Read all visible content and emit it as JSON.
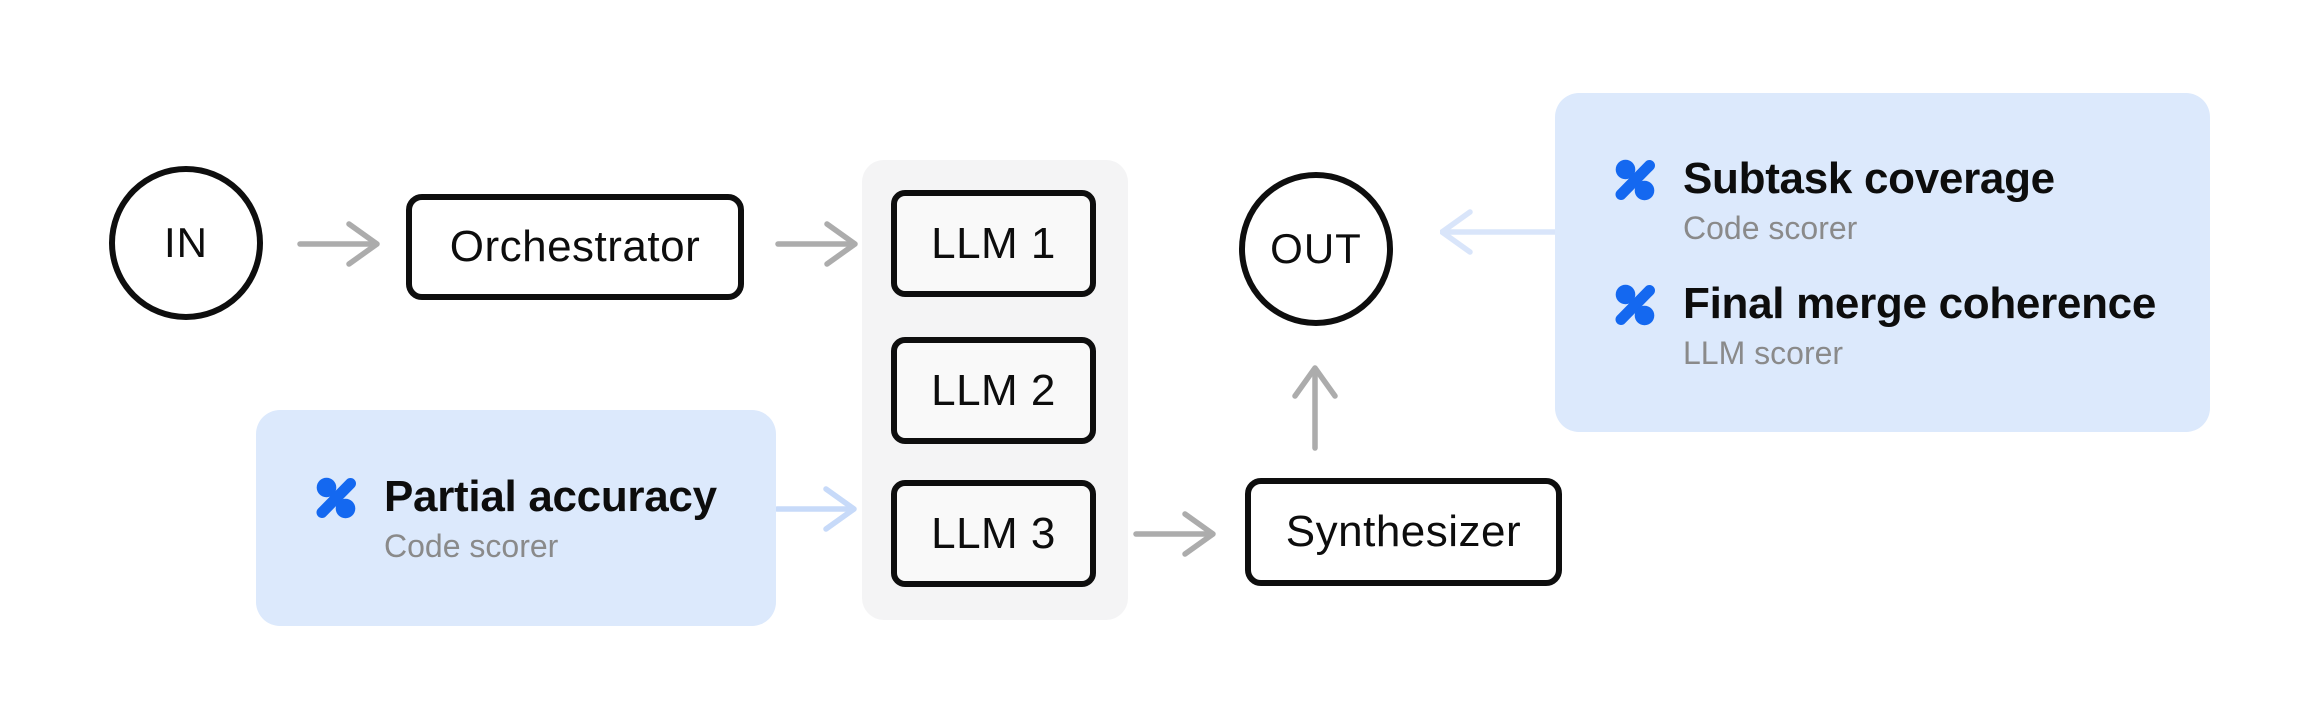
{
  "diagram": {
    "kind": "flowchart",
    "nodes": {
      "in": "IN",
      "orchestrator": "Orchestrator",
      "llm_1": "LLM 1",
      "llm_2": "LLM 2",
      "llm_3": "LLM 3",
      "synthesizer": "Synthesizer",
      "out": "OUT"
    },
    "edges": [
      {
        "from": "IN",
        "to": "Orchestrator",
        "style": "gray"
      },
      {
        "from": "Orchestrator",
        "to": "LLM stack",
        "style": "gray"
      },
      {
        "from": "LLM 3",
        "to": "Synthesizer",
        "style": "gray"
      },
      {
        "from": "Synthesizer",
        "to": "OUT",
        "style": "gray"
      },
      {
        "from": "Partial accuracy card",
        "to": "LLM 3",
        "style": "light-blue"
      },
      {
        "from": "Output scorers card",
        "to": "OUT",
        "style": "light-blue"
      }
    ],
    "scorer_cards": [
      {
        "id": "partial-accuracy",
        "rows": [
          {
            "icon": "percent-icon",
            "title": "Partial accuracy",
            "subtitle": "Code scorer"
          }
        ]
      },
      {
        "id": "output-scorers",
        "rows": [
          {
            "icon": "percent-icon",
            "title": "Subtask coverage",
            "subtitle": "Code scorer"
          },
          {
            "icon": "percent-icon",
            "title": "Final merge coherence",
            "subtitle": "LLM scorer"
          }
        ]
      }
    ],
    "colors": {
      "accent_blue": "#1468f0",
      "card_background": "#dce9fc",
      "arrow_gray": "#acacac",
      "arrow_light_blue": "#c7daf9",
      "node_border": "#0e0e0e",
      "llm_stack_background": "#f4f4f5",
      "llm_box_fill": "#f9f9f9",
      "subtitle_gray": "#8a8a8a"
    }
  }
}
